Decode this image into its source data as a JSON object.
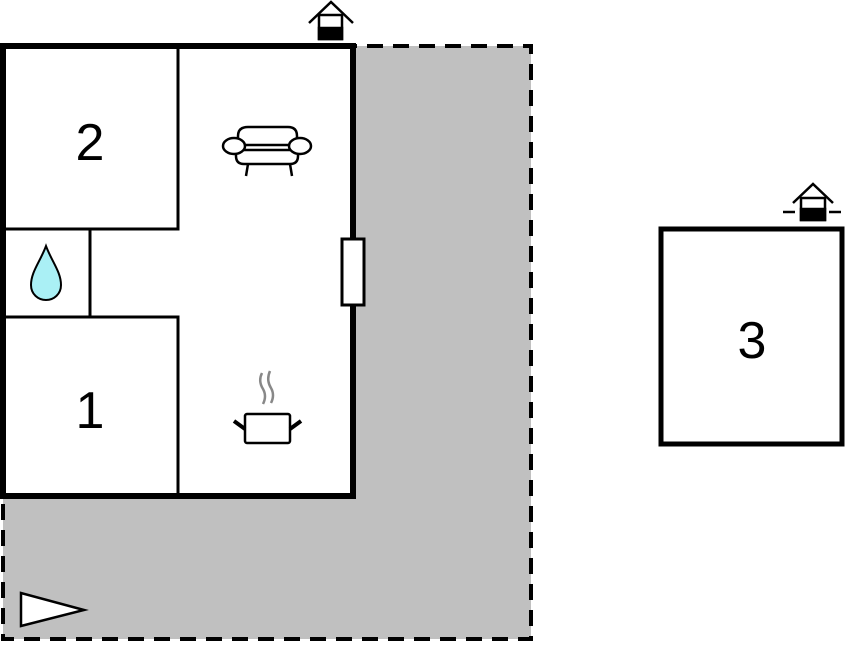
{
  "diagram_type": "floor plan",
  "colors": {
    "wall": "#000000",
    "terrace": "#c0c0c0",
    "floor": "#ffffff",
    "water_drop": "#aaf0f5",
    "steam": "#888888"
  },
  "rooms": [
    {
      "id": "bedroom-2",
      "label": "2"
    },
    {
      "id": "bedroom-1",
      "label": "1"
    },
    {
      "id": "bedroom-3",
      "label": "3"
    }
  ],
  "icons": {
    "entrance_main": "entrance-house-icon",
    "entrance_annex": "entrance-house-icon",
    "living": "sofa-icon",
    "kitchen": "cooking-pot-icon",
    "bathroom": "water-drop-icon",
    "terrace_flag": "triangle-flag-icon",
    "window": "window-icon"
  }
}
